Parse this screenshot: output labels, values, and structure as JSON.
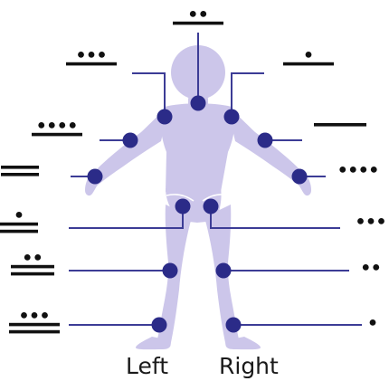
{
  "colors": {
    "body": "#ccc6ea",
    "joint": "#2b2b88",
    "line": "#3c3c96",
    "numeral": "#111111"
  },
  "labels": {
    "left": "Left",
    "right": "Right"
  },
  "joints": [
    {
      "name": "head",
      "numeral": {
        "dots": 2,
        "bars": 1
      }
    },
    {
      "name": "left-shoulder",
      "numeral": {
        "dots": 3,
        "bars": 1
      }
    },
    {
      "name": "right-shoulder",
      "numeral": {
        "dots": 1,
        "bars": 1
      }
    },
    {
      "name": "left-elbow",
      "numeral": {
        "dots": 4,
        "bars": 1
      }
    },
    {
      "name": "right-elbow",
      "numeral": {
        "dots": 0,
        "bars": 1
      }
    },
    {
      "name": "left-wrist",
      "numeral": {
        "dots": 0,
        "bars": 2
      }
    },
    {
      "name": "right-wrist",
      "numeral": {
        "dots": 4,
        "bars": 0
      }
    },
    {
      "name": "left-hip",
      "numeral": {
        "dots": 1,
        "bars": 2
      }
    },
    {
      "name": "right-hip",
      "numeral": {
        "dots": 3,
        "bars": 0
      }
    },
    {
      "name": "left-knee",
      "numeral": {
        "dots": 2,
        "bars": 2
      }
    },
    {
      "name": "right-knee",
      "numeral": {
        "dots": 2,
        "bars": 0
      }
    },
    {
      "name": "left-ankle",
      "numeral": {
        "dots": 3,
        "bars": 2
      }
    },
    {
      "name": "right-ankle",
      "numeral": {
        "dots": 1,
        "bars": 0
      }
    }
  ]
}
